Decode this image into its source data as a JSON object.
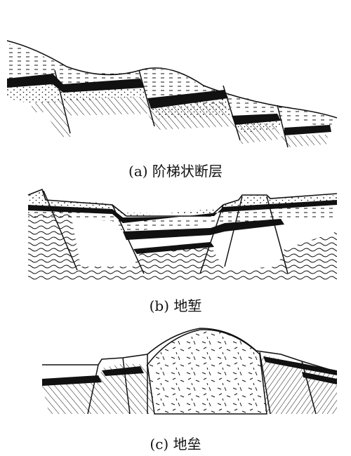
{
  "captions": {
    "a": "(a) 阶梯状断层",
    "b": "(b) 地堑",
    "c": "(c) 地垒"
  },
  "colors": {
    "ink": "#111111",
    "background": "#ffffff"
  }
}
